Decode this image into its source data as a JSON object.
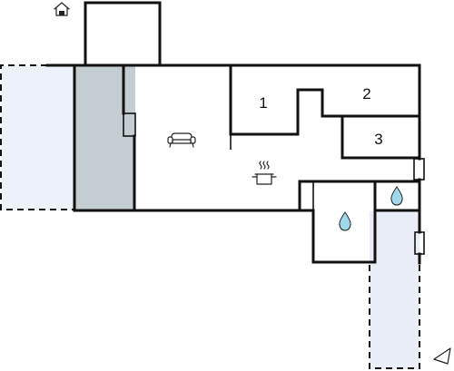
{
  "rooms": [
    {
      "id": "room-1",
      "label": "1"
    },
    {
      "id": "room-2",
      "label": "2"
    },
    {
      "id": "room-3",
      "label": "3"
    }
  ],
  "icons": {
    "entrance": "house-icon",
    "living": "sofa-icon",
    "kitchen": "cooking-pot-icon",
    "bathroom_large": "water-drop-icon",
    "bathroom_small": "water-drop-icon",
    "orientation": "compass-arrow-icon"
  },
  "colors": {
    "wall": "#111111",
    "terrace_fill": "#edf1f9",
    "covered_fill": "#c4cdd2",
    "water_drop": "#9fd8ea",
    "background": "#ffffff"
  }
}
